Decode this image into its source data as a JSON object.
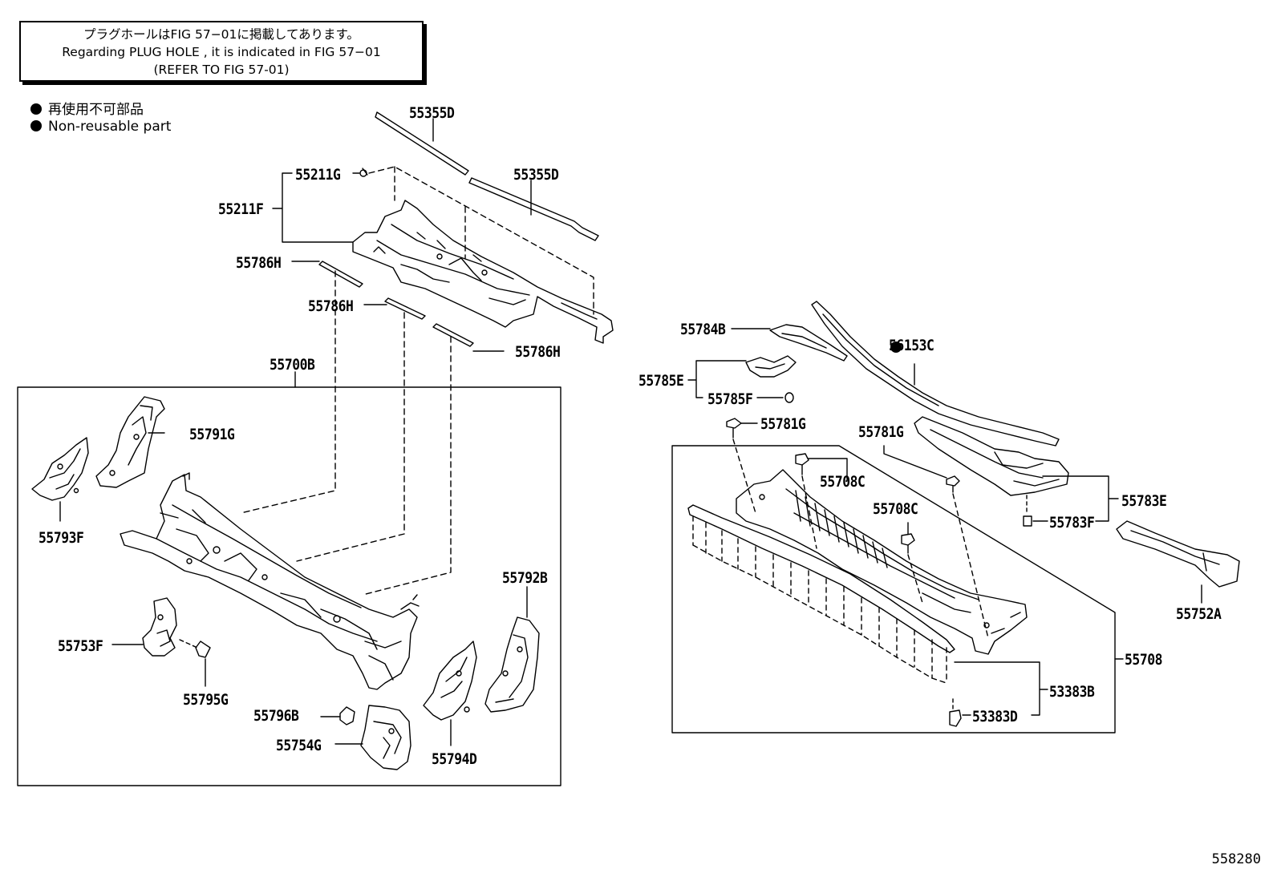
{
  "note": {
    "line_ja": "プラグホールはFIG 57−01に掲載してあります。",
    "line_en": "Regarding  PLUG  HOLE , it is indicated in FIG  57−01",
    "line_ref": "(REFER TO FIG 57-01)"
  },
  "legend": {
    "ja": "再使用不可部品",
    "en": "Non-reusable part"
  },
  "labels": {
    "p55355D_a": "55355D",
    "p55355D_b": "55355D",
    "p55211G": "55211G",
    "p55211F": "55211F",
    "p55786H_a": "55786H",
    "p55786H_b": "55786H",
    "p55786H_c": "55786H",
    "p55700B": "55700B",
    "p55791G": "55791G",
    "p55793F": "55793F",
    "p55792B": "55792B",
    "p55753F": "55753F",
    "p55795G": "55795G",
    "p55796B": "55796B",
    "p55754G": "55754G",
    "p55794D": "55794D",
    "p55784B": "55784B",
    "p56153C": "56153C",
    "p55785E": "55785E",
    "p55785F": "55785F",
    "p55781G_a": "55781G",
    "p55781G_b": "55781G",
    "p55708C_a": "55708C",
    "p55708C_b": "55708C",
    "p55783E": "55783E",
    "p55783F": "55783F",
    "p55752A": "55752A",
    "p55708": "55708",
    "p53383B": "53383B",
    "p53383D": "53383D"
  },
  "figure_code": "558280"
}
